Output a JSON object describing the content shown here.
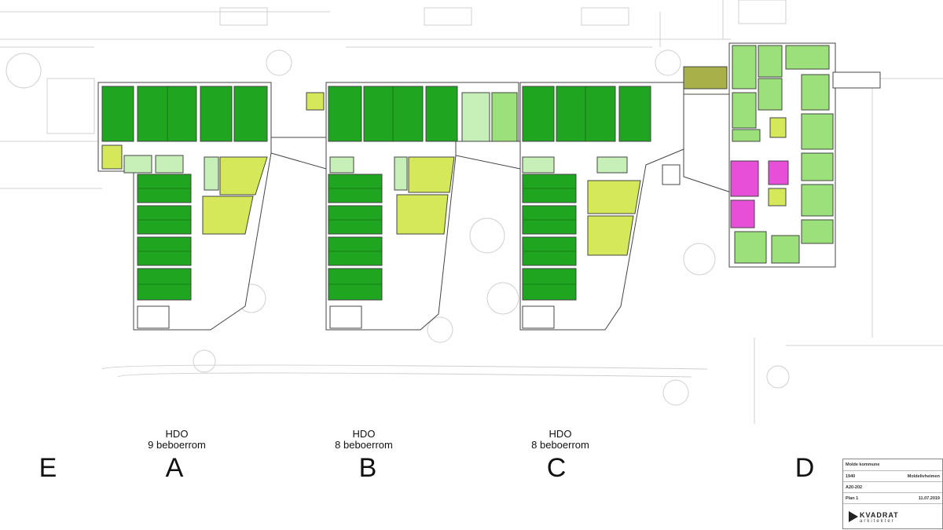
{
  "units": [
    {
      "id": "A",
      "line1": "HDO",
      "line2": "9 beboerrom"
    },
    {
      "id": "B",
      "line1": "HDO",
      "line2": "8 beboerrom"
    },
    {
      "id": "C",
      "line1": "HDO",
      "line2": "8 beboerrom"
    }
  ],
  "wings": {
    "E": "E",
    "A": "A",
    "B": "B",
    "C": "C",
    "D": "D"
  },
  "colors": {
    "room_green": "#1fa51f",
    "light_green": "#9be07a",
    "pale_green": "#c6f0b8",
    "yellow_green": "#d4e85a",
    "magenta": "#e84fd8",
    "olive": "#a8b04a",
    "line": "#444444",
    "ghost": "#cfcfcf"
  },
  "titleblock": {
    "client": "Molde kommune",
    "project_no": "1940",
    "project": "Moldelivheimen",
    "drawing_no": "A20-202",
    "drawing": "Plan 1",
    "date": "11.07.2019"
  },
  "logo": {
    "name": "KVADRAT",
    "sub": "arkitekter"
  }
}
